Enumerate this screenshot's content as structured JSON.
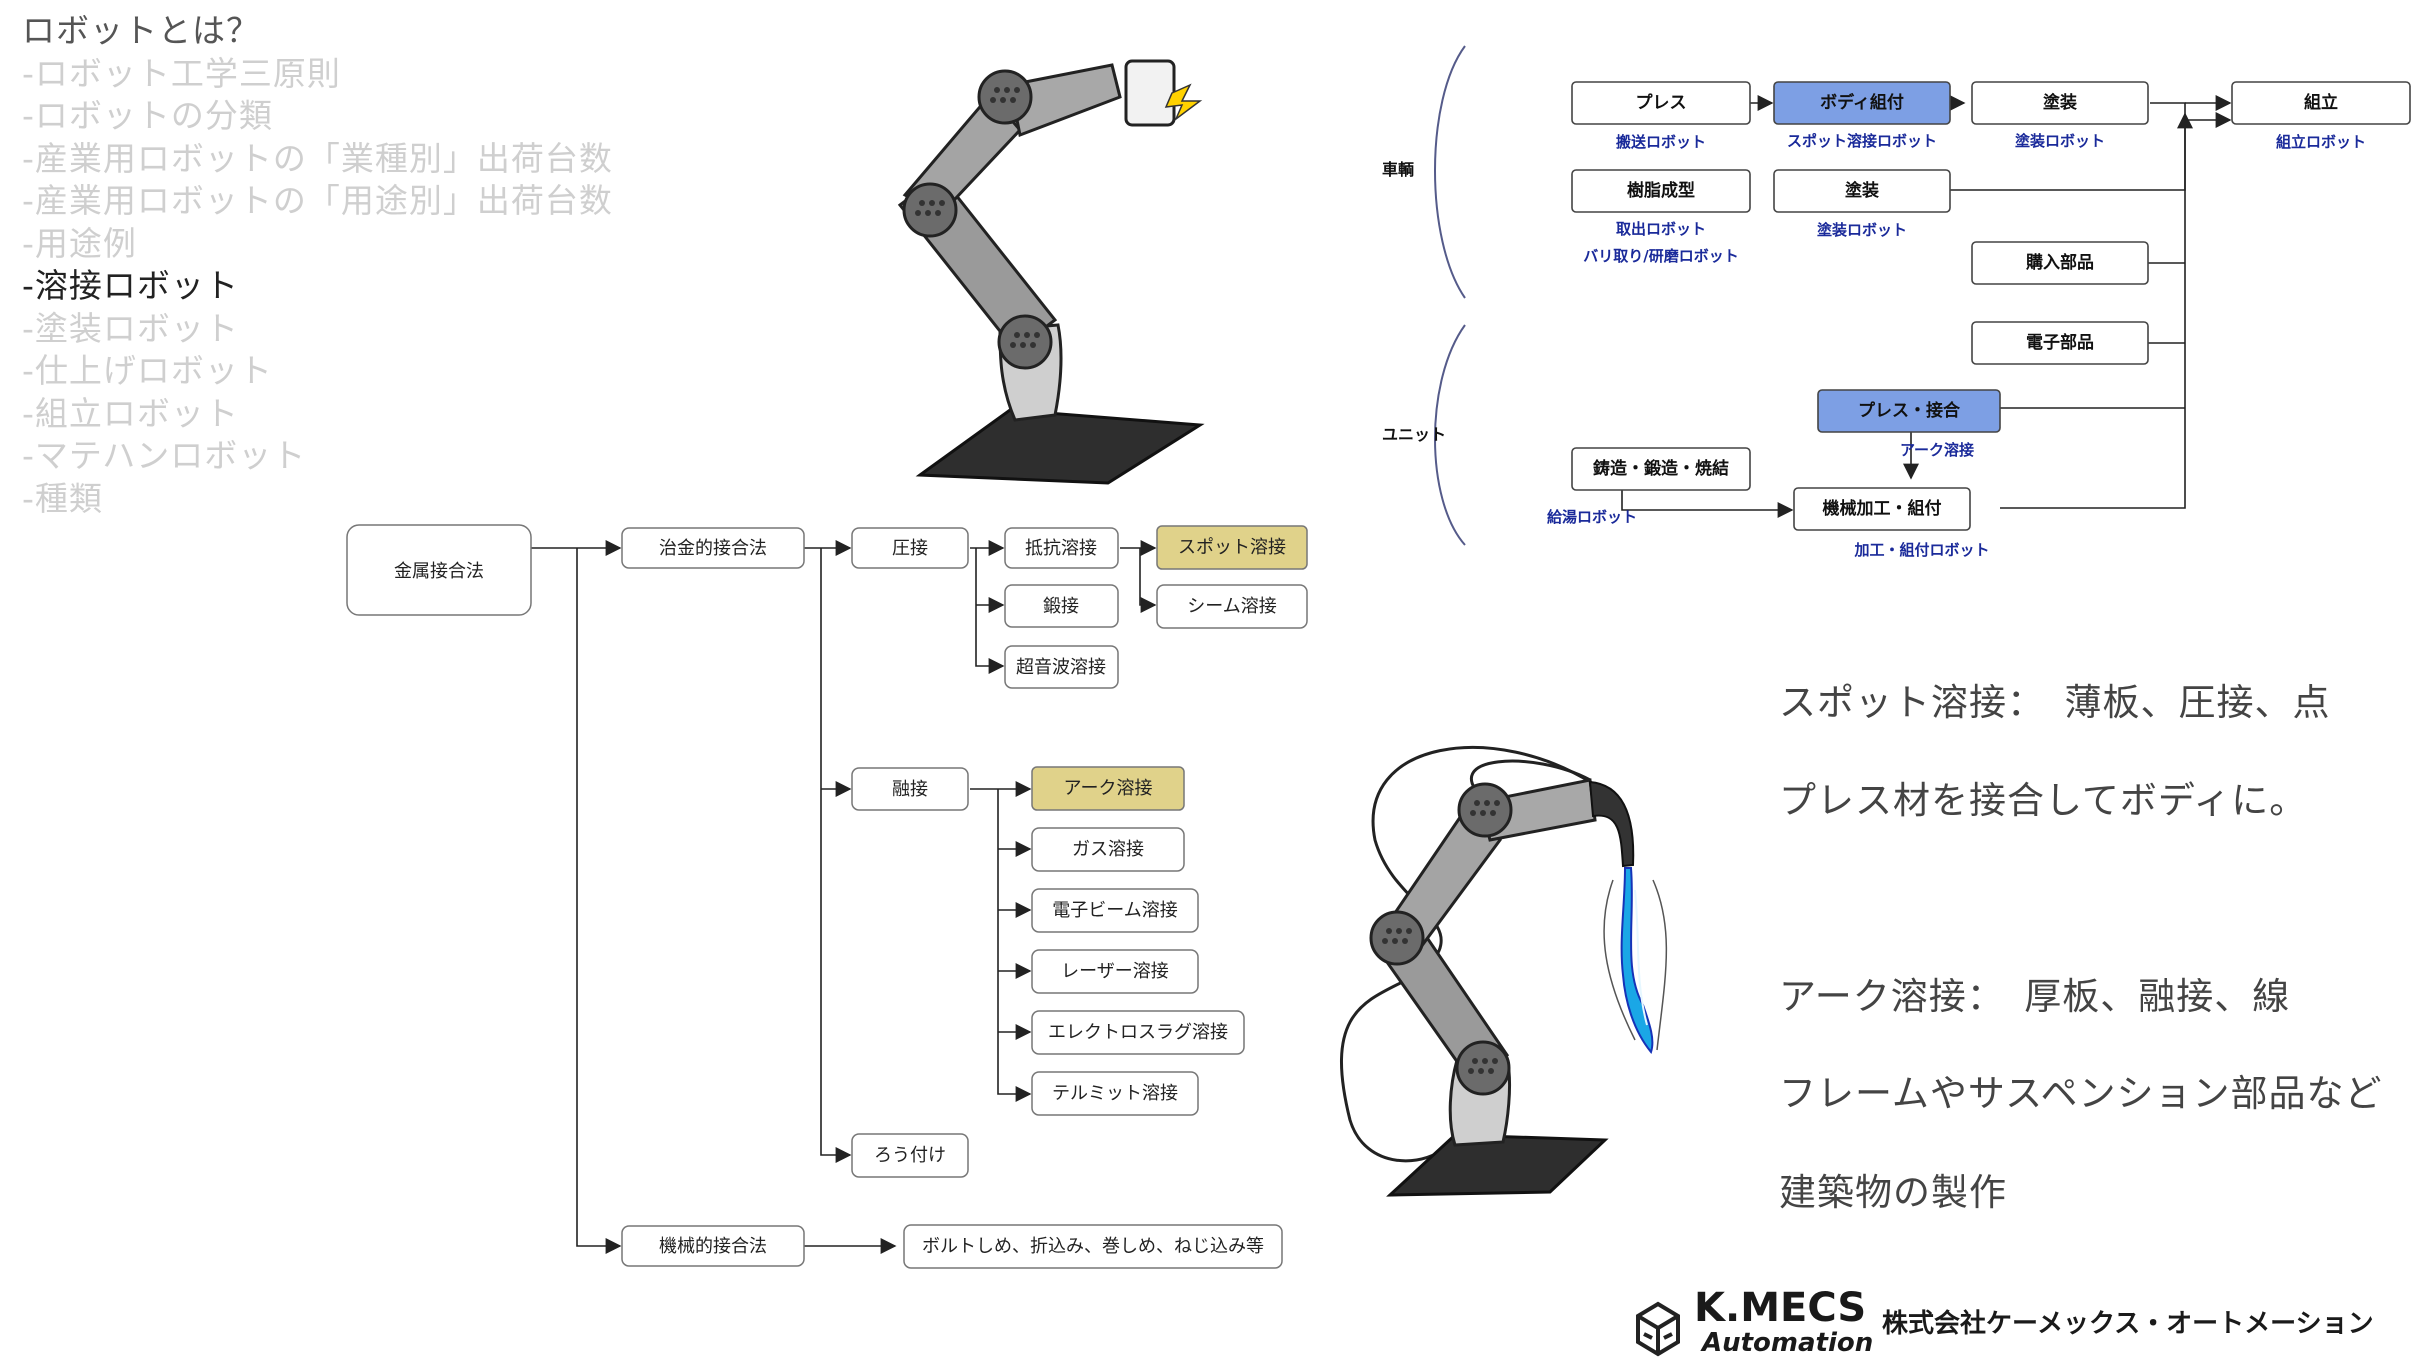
{
  "nav": {
    "items": [
      {
        "label": "ロボットとは？"
      },
      {
        "label": "-ロボット工学三原則"
      },
      {
        "label": "-ロボットの分類"
      },
      {
        "label": "-産業用ロボットの「業種別」出荷台数"
      },
      {
        "label": "-産業用ロボットの「用途別」出荷台数"
      },
      {
        "label": "-用途例"
      },
      {
        "label": "-溶接ロボット"
      },
      {
        "label": "-塗装ロボット"
      },
      {
        "label": "-仕上げロボット"
      },
      {
        "label": "-組立ロボット"
      },
      {
        "label": "-マテハンロボット"
      },
      {
        "label": "-種類"
      }
    ],
    "active_index": 6
  },
  "tree": {
    "root": "金属接合法",
    "metallurgical": "治金的接合法",
    "mechanical": "機械的接合法",
    "mechanical_methods": "ボルトしめ、折込み、巻しめ、ねじ込み等",
    "pressure": "圧接",
    "fusion": "融接",
    "brazing": "ろう付け",
    "resistance": "抵抗溶接",
    "forge": "鍛接",
    "ultrasonic": "超音波溶接",
    "spot": "スポット溶接",
    "seam": "シーム溶接",
    "arc": "アーク溶接",
    "gas": "ガス溶接",
    "ebeam": "電子ビーム溶接",
    "laser": "レーザー溶接",
    "electroslag": "エレクトロスラグ溶接",
    "thermit": "テルミット溶接",
    "highlight_color": "#e0d28a"
  },
  "process": {
    "vehicle_label": "車輌",
    "unit_label": "ユニット",
    "press": "プレス",
    "press_robot": "搬送ロボット",
    "body": "ボディ組付",
    "body_robot": "スポット溶接ロボット",
    "paint": "塗装",
    "paint_robot": "塗装ロボット",
    "assembly": "組立",
    "assembly_robot": "組立ロボット",
    "resin": "樹脂成型",
    "resin_robot1": "取出ロボット",
    "resin_robot2": "バリ取り/研磨ロボット",
    "paint2": "塗装",
    "paint2_robot": "塗装ロボット",
    "purchased": "購入部品",
    "electronic": "電子部品",
    "press_join": "プレス・接合",
    "press_join_robot": "アーク溶接",
    "casting": "鋳造・鍛造・焼結",
    "casting_robot": "給湯ロボット",
    "machining": "機械加工・組付",
    "machining_robot": "加工・組付ロボット",
    "highlight_color": "#7d9fe4"
  },
  "notes": {
    "spot_line1": "スポット溶接：　薄板、圧接、点",
    "spot_line2": "プレス材を接合してボディに。",
    "arc_line1": "アーク溶接：　厚板、融接、線",
    "arc_line2": "フレームやサスペンション部品など",
    "arc_line3": "建築物の製作"
  },
  "footer": {
    "logo_main": "K.MECS",
    "logo_sub": "Automation",
    "company": "株式会社ケーメックス・オートメーション"
  },
  "icons": [
    "robot-arm-phone-illustration",
    "robot-arm-welding-illustration",
    "kmecs-logo-icon"
  ]
}
